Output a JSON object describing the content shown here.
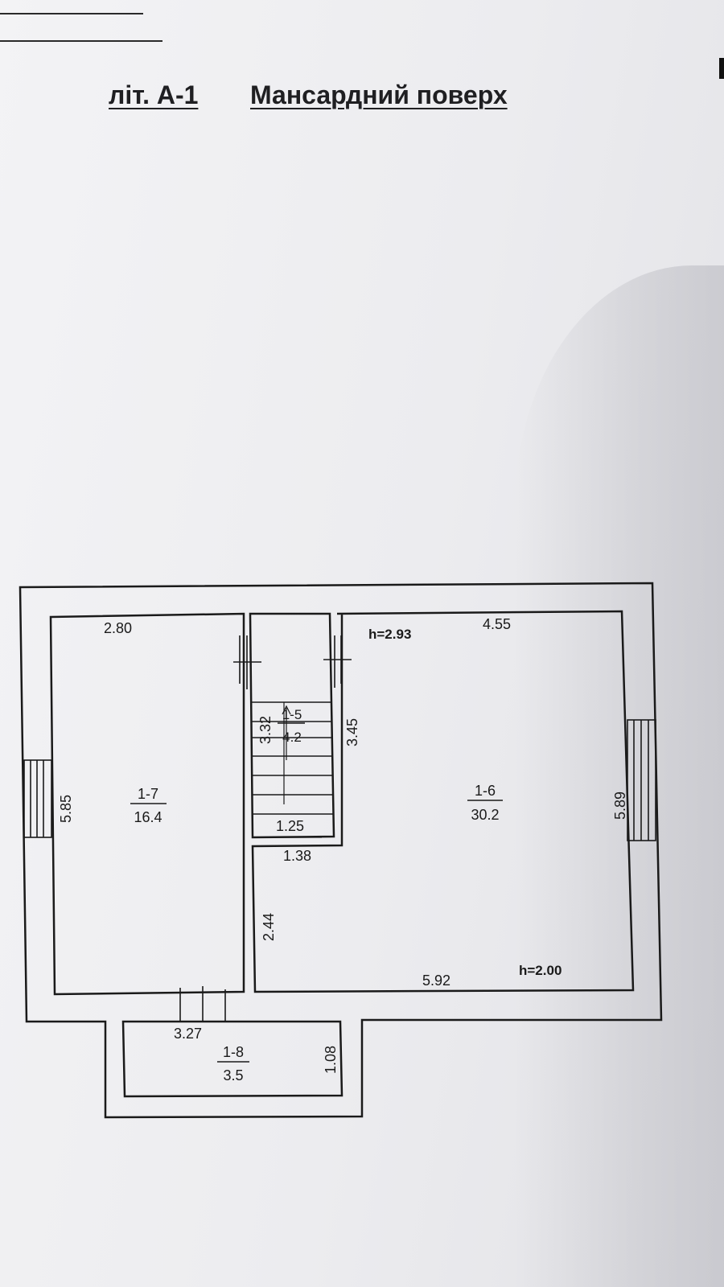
{
  "header": {
    "lit_label": "літ. А-1",
    "floor_title": "Мансардний поверх"
  },
  "rooms": [
    {
      "id": "1-7",
      "area": "16.4"
    },
    {
      "id": "1-6",
      "area": "30.2"
    },
    {
      "id": "1-5",
      "area": "4.2"
    },
    {
      "id": "1-8",
      "area": "3.5"
    }
  ],
  "heights": {
    "top": "h=2.93",
    "bottom": "h=2.00"
  },
  "dimensions": {
    "room_1_7_width": "2.80",
    "room_1_7_length": "5.85",
    "room_1_6_top": "4.55",
    "room_1_6_right": "5.89",
    "room_1_6_bottom": "5.92",
    "room_1_6_inner": "2.44",
    "room_1_6_notch": "1.38",
    "room_1_6_stair_side": "3.45",
    "stair_length": "3.32",
    "stair_width": "1.25",
    "room_1_8_width": "3.27",
    "room_1_8_depth": "1.08"
  },
  "colors": {
    "line": "#1a1a1a",
    "paper": "#efeff1"
  }
}
